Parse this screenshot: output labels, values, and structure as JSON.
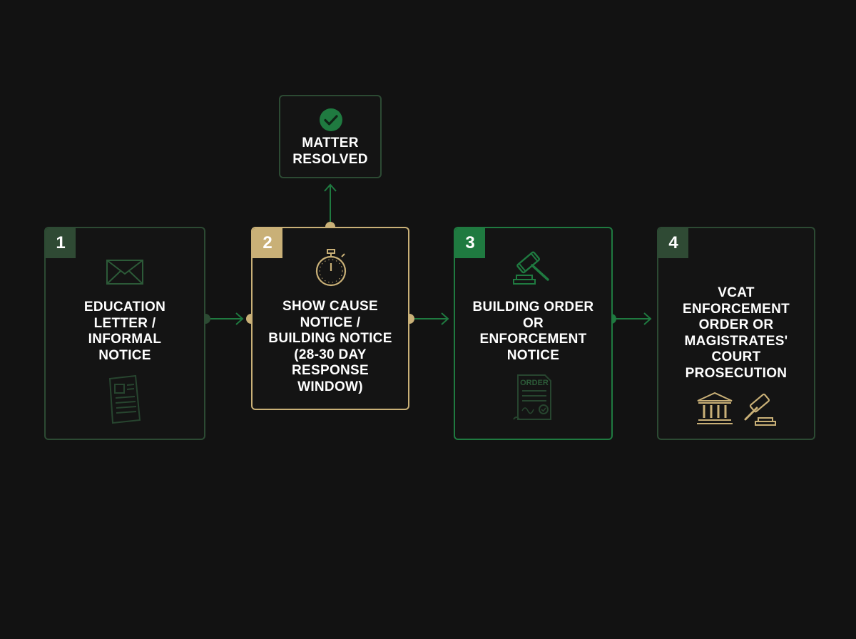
{
  "steps": [
    {
      "number": "1",
      "label_lines": [
        "EDUCATION",
        "LETTER /",
        "INFORMAL",
        "NOTICE"
      ],
      "icons": [
        "envelope-icon",
        "newspaper-icon"
      ]
    },
    {
      "number": "2",
      "label_lines": [
        "SHOW CAUSE",
        "NOTICE /",
        "BUILDING NOTICE",
        "(28-30 DAY",
        "RESPONSE",
        "WINDOW)"
      ],
      "icons": [
        "stopwatch-icon"
      ]
    },
    {
      "number": "3",
      "label_lines": [
        "BUILDING ORDER",
        "OR",
        "ENFORCEMENT",
        "NOTICE"
      ],
      "icons": [
        "gavel-icon",
        "order-document-icon"
      ]
    },
    {
      "number": "4",
      "label_lines": [
        "VCAT",
        "ENFORCEMENT",
        "ORDER OR",
        "MAGISTRATES'",
        "COURT",
        "PROSECUTION"
      ],
      "icons": [
        "courthouse-icon",
        "gavel-icon"
      ]
    }
  ],
  "resolved": {
    "label_lines": [
      "MATTER",
      "RESOLVED"
    ],
    "icon": "check-circle-icon"
  },
  "order_document_text": "ORDER",
  "colors": {
    "background": "#121212",
    "muted_green": "#2c4a33",
    "accent_green": "#1f7a40",
    "gold": "#c9b077",
    "text": "#ffffff"
  }
}
